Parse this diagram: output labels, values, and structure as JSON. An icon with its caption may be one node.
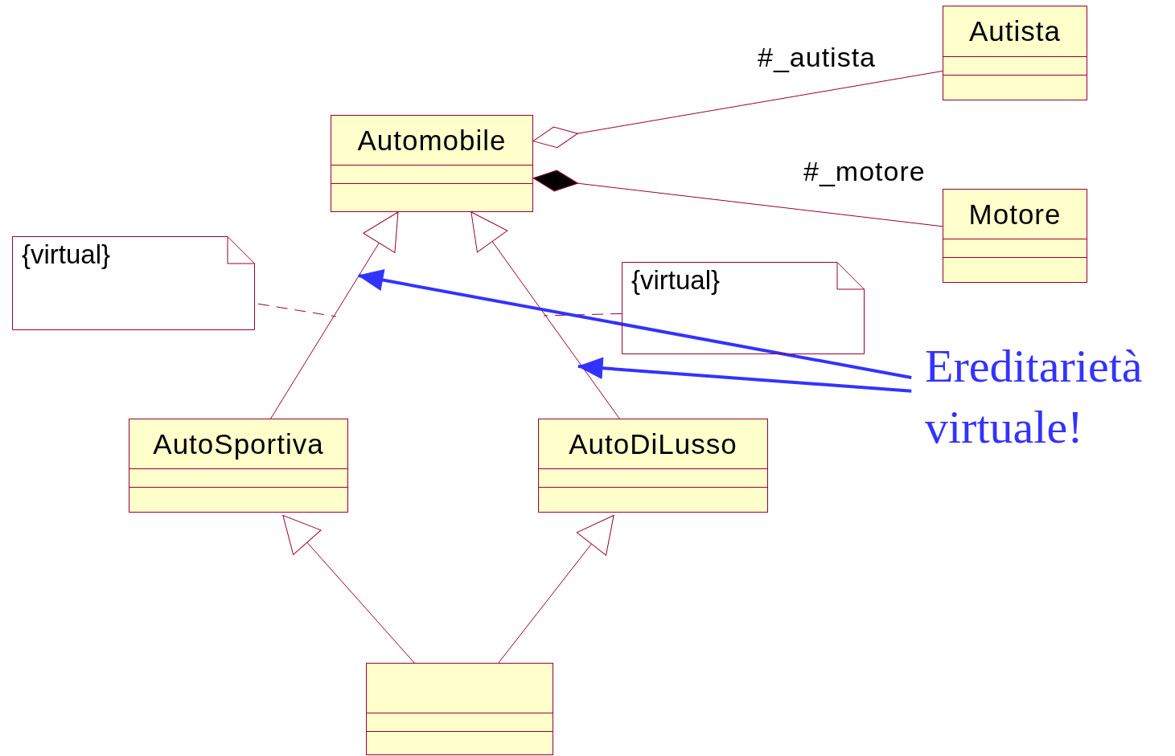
{
  "diagram": {
    "nodes": [
      {
        "text": [
          "Automobile"
        ]
      },
      {
        "text": [
          "Autista"
        ]
      },
      {
        "text": [
          "Motore"
        ]
      },
      {
        "text": [
          "AutoSportiva"
        ]
      },
      {
        "text": [
          "AutoDiLusso"
        ]
      },
      {
        "text": [],
        "shape": "box"
      },
      {
        "text": [
          "{virtual}"
        ]
      },
      {
        "text": [
          "{virtual}"
        ]
      },
      {
        "text": [
          "Ereditarietà virtuale!"
        ]
      }
    ],
    "edges": [
      {
        "from": 0,
        "to": 1,
        "arrow": "other",
        "label": "#_autista"
      },
      {
        "from": 0,
        "to": 2,
        "arrow": "other",
        "label": "#_motore"
      },
      {
        "from": 3,
        "to": 0,
        "arrow": "to"
      },
      {
        "from": 4,
        "to": 0,
        "arrow": "to"
      },
      {
        "from": 5,
        "to": 3,
        "arrow": "to"
      },
      {
        "from": 5,
        "to": 4,
        "arrow": "to"
      },
      {
        "from": 6,
        "to": null,
        "arrow": "none",
        "style": "dashed"
      },
      {
        "from": 7,
        "to": null,
        "arrow": "none",
        "style": "dashed"
      },
      {
        "from": 8,
        "to": null,
        "arrow": "to",
        "style": "thick",
        "color": "#3333ff"
      },
      {
        "from": 8,
        "to": null,
        "arrow": "to",
        "style": "thick",
        "color": "#3333ff"
      }
    ]
  }
}
